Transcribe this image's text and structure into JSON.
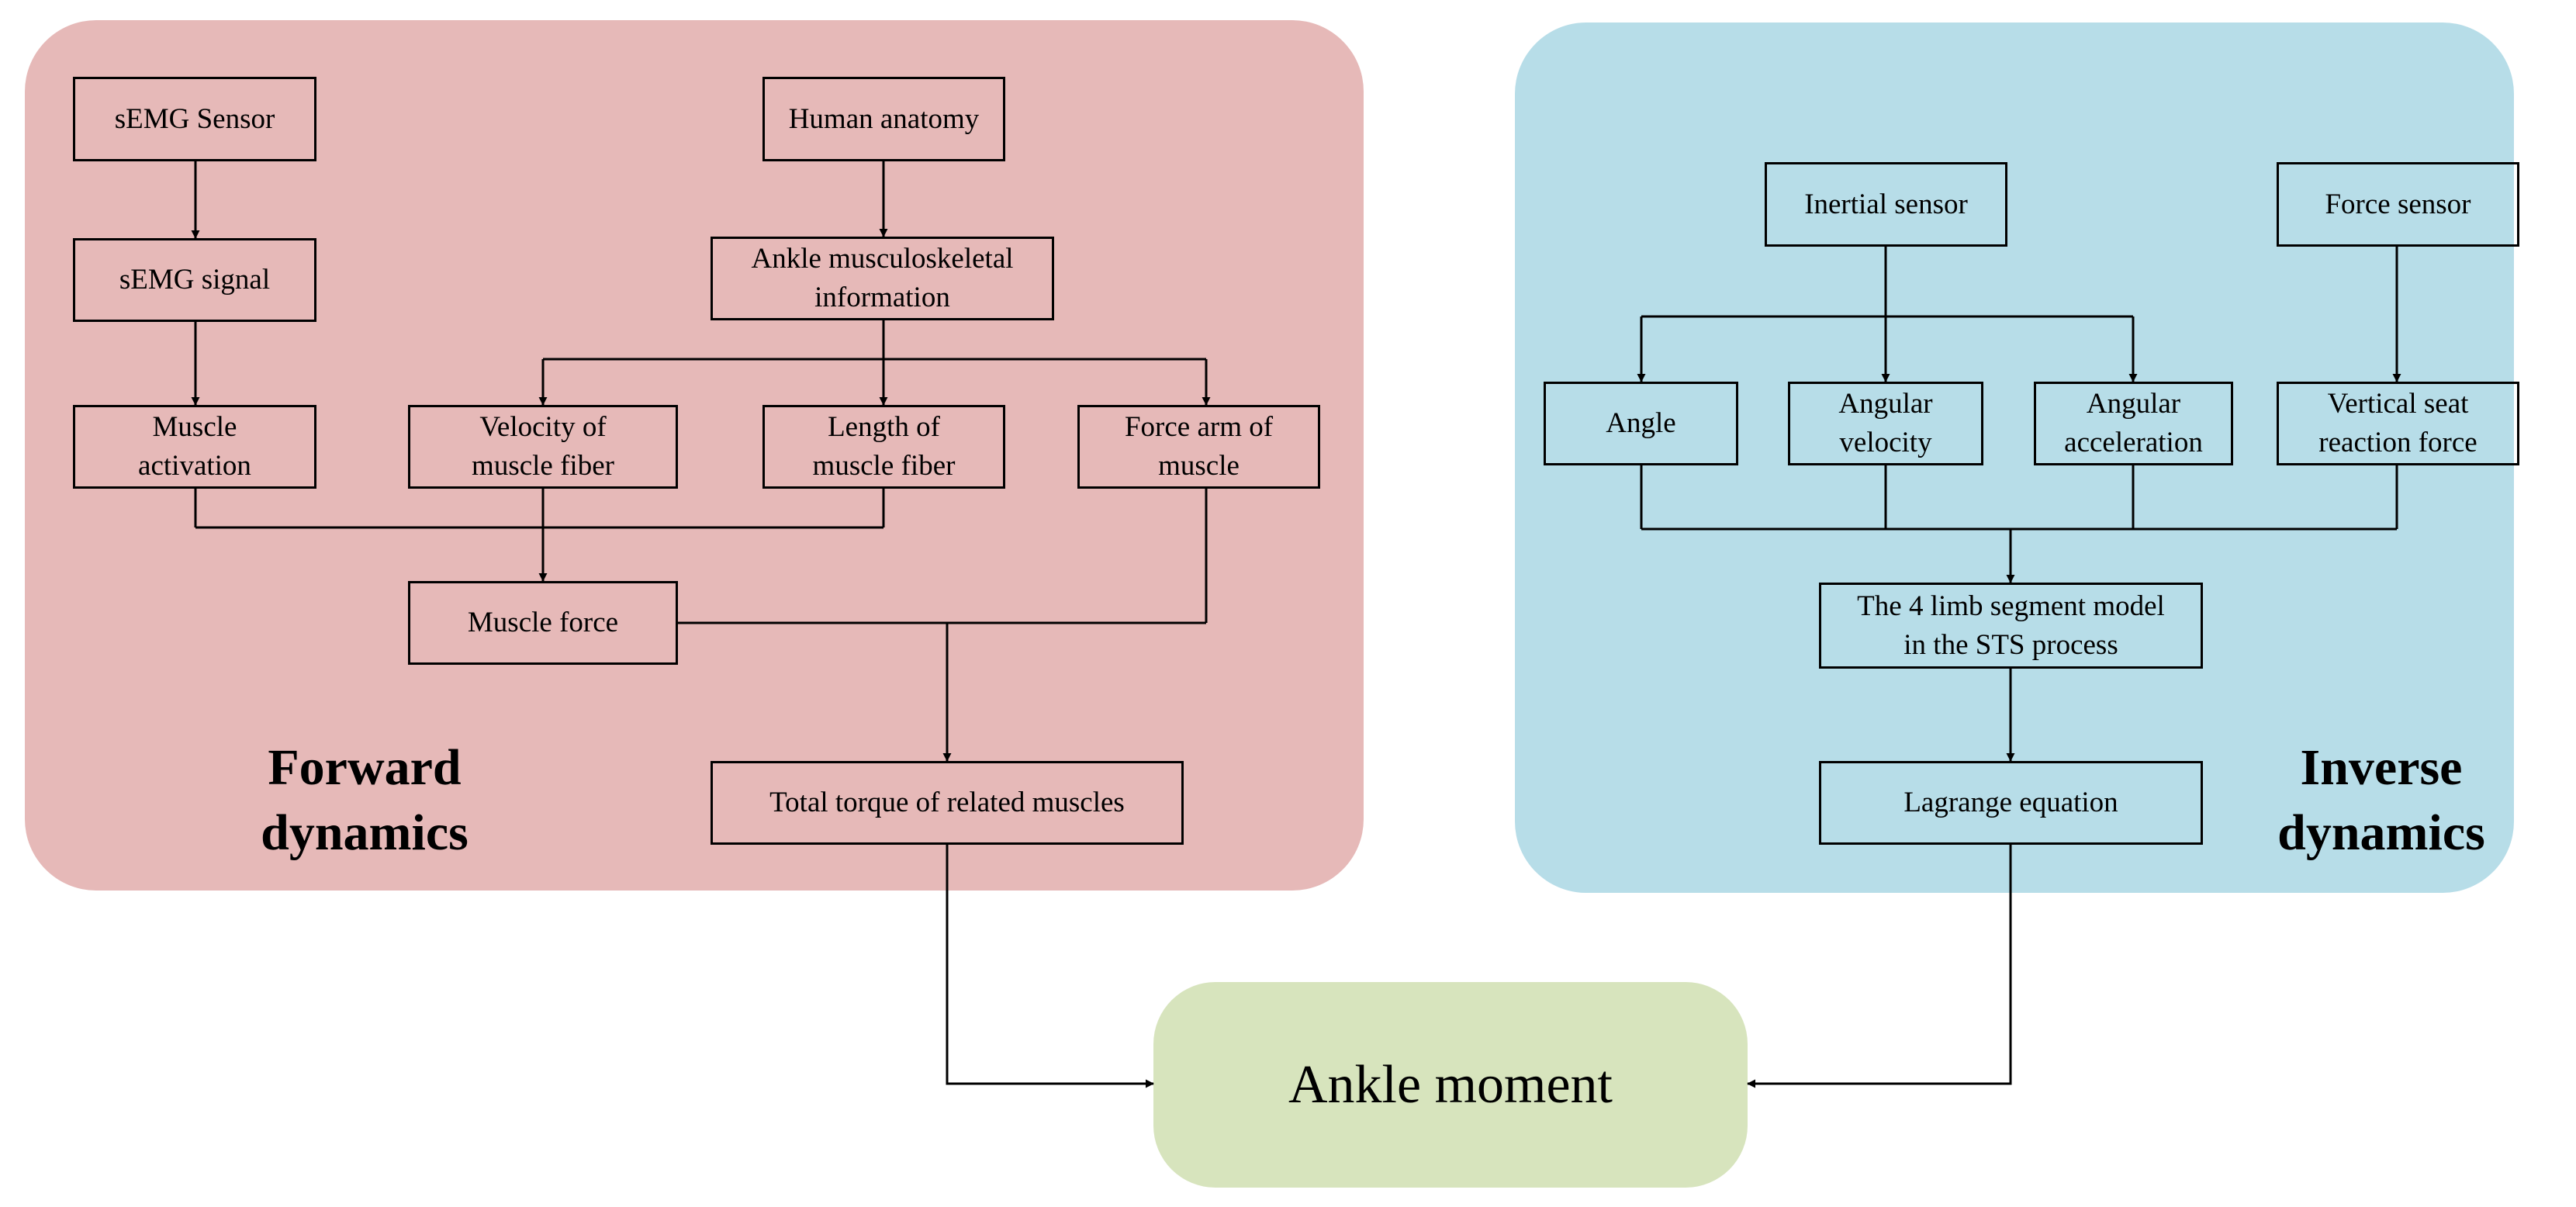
{
  "colors": {
    "forward_region": "#e6b9b8",
    "inverse_region": "#b7dde8",
    "output_region": "#d7e4bd",
    "line": "#000000"
  },
  "forward": {
    "title": "Forward\ndynamics",
    "semg_sensor": "sEMG Sensor",
    "semg_signal": "sEMG signal",
    "muscle_activation": "Muscle\nactivation",
    "human_anatomy": "Human anatomy",
    "ankle_musculoskeletal": "Ankle musculoskeletal\ninformation",
    "velocity_fiber": "Velocity of\nmuscle fiber",
    "length_fiber": "Length of\nmuscle fiber",
    "force_arm": "Force arm of\nmuscle",
    "muscle_force": "Muscle force",
    "total_torque": "Total torque of related muscles"
  },
  "inverse": {
    "title": "Inverse\ndynamics",
    "inertial_sensor": "Inertial sensor",
    "force_sensor": "Force sensor",
    "angle": "Angle",
    "angular_velocity": "Angular\nvelocity",
    "angular_acceleration": "Angular\nacceleration",
    "vertical_seat_force": "Vertical seat\nreaction force",
    "limb_model": "The 4 limb segment model\nin the STS process",
    "lagrange": "Lagrange equation"
  },
  "output": {
    "label": "Ankle moment"
  }
}
